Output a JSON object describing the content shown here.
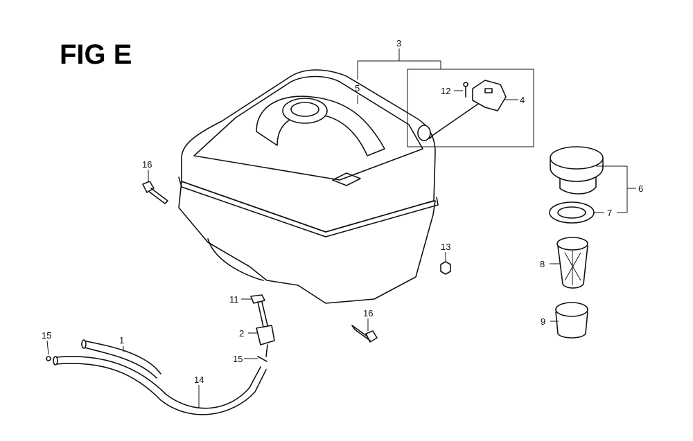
{
  "figure": {
    "title": "FIG E"
  },
  "callouts": {
    "c1": "1",
    "c2": "2",
    "c3": "3",
    "c4": "4",
    "c5": "5",
    "c6": "6",
    "c7": "7",
    "c8": "8",
    "c9": "9",
    "c11": "11",
    "c12": "12",
    "c13": "13",
    "c14": "14",
    "c15a": "15",
    "c15b": "15",
    "c16a": "16",
    "c16b": "16"
  }
}
